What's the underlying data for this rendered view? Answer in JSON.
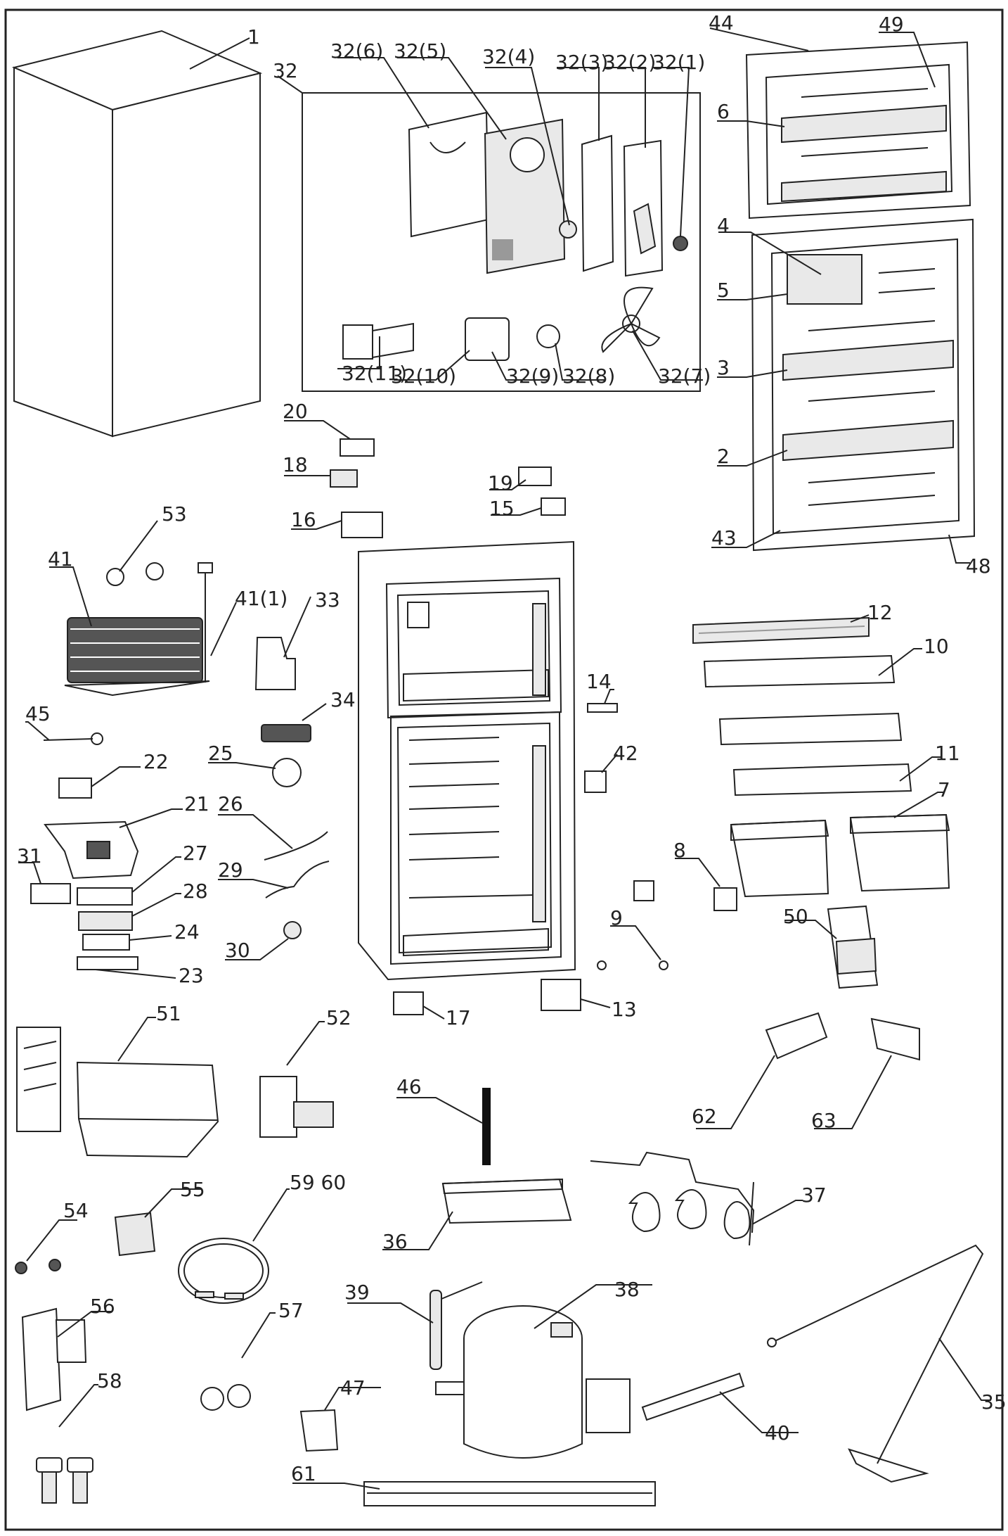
{
  "diagram": {
    "labels": {
      "l1": "1",
      "l2": "2",
      "l3": "3",
      "l4": "4",
      "l5": "5",
      "l6": "6",
      "l7": "7",
      "l8": "8",
      "l9": "9",
      "l10": "10",
      "l11": "11",
      "l12": "12",
      "l13": "13",
      "l14": "14",
      "l15": "15",
      "l16": "16",
      "l17": "17",
      "l18": "18",
      "l19": "19",
      "l20": "20",
      "l21": "21",
      "l22": "22",
      "l23": "23",
      "l24": "24",
      "l25": "25",
      "l26": "26",
      "l27": "27",
      "l28": "28",
      "l29": "29",
      "l30": "30",
      "l31": "31",
      "l32": "32",
      "l32_1": "32(1)",
      "l32_2": "32(2)",
      "l32_3": "32(3)",
      "l32_4": "32(4)",
      "l32_5": "32(5)",
      "l32_6": "32(6)",
      "l32_7": "32(7)",
      "l32_8": "32(8)",
      "l32_9": "32(9)",
      "l32_10": "32(10)",
      "l32_11": "32(11)",
      "l33": "33",
      "l34": "34",
      "l35": "35",
      "l36": "36",
      "l37": "37",
      "l38": "38",
      "l39": "39",
      "l40": "40",
      "l41": "41",
      "l41_1": "41(1)",
      "l42": "42",
      "l43": "43",
      "l44": "44",
      "l45": "45",
      "l46": "46",
      "l47": "47",
      "l48": "48",
      "l49": "49",
      "l50": "50",
      "l51": "51",
      "l52": "52",
      "l53": "53",
      "l54": "54",
      "l55": "55",
      "l56": "56",
      "l57": "57",
      "l58": "58",
      "l59_60": "59 60",
      "l61": "61",
      "l62": "62",
      "l63": "63"
    },
    "colors": {
      "line": "#222222",
      "fill": "#ffffff",
      "shade": "#e9e9e9",
      "label12": "#9a9a9a"
    }
  }
}
